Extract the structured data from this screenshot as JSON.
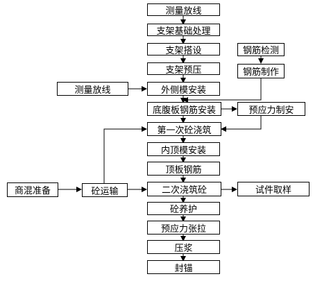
{
  "steps": {
    "measure_top": "测量放线",
    "base_treatment": "支架基础处理",
    "support_erect": "支架搭设",
    "support_preload": "支架预压",
    "outer_form": "外侧模安装",
    "bottom_web_rebar": "底腹板钢筋安装",
    "first_pour": "第一次砼浇筑",
    "inner_top_form": "内顶模安装",
    "top_rebar": "顶板钢筋",
    "second_pour": "二次浇筑砼",
    "curing": "砼养护",
    "tensioning": "预应力张拉",
    "grouting": "压浆",
    "anchor_seal": "封锚"
  },
  "side": {
    "rebar_test": "钢筋检测",
    "rebar_make": "钢筋制作",
    "measure_left": "测量放线",
    "prestress_make": "预应力制安",
    "commercial_mix": "商混准备",
    "concrete_transport": "砼运输",
    "specimen": "试件取样"
  }
}
